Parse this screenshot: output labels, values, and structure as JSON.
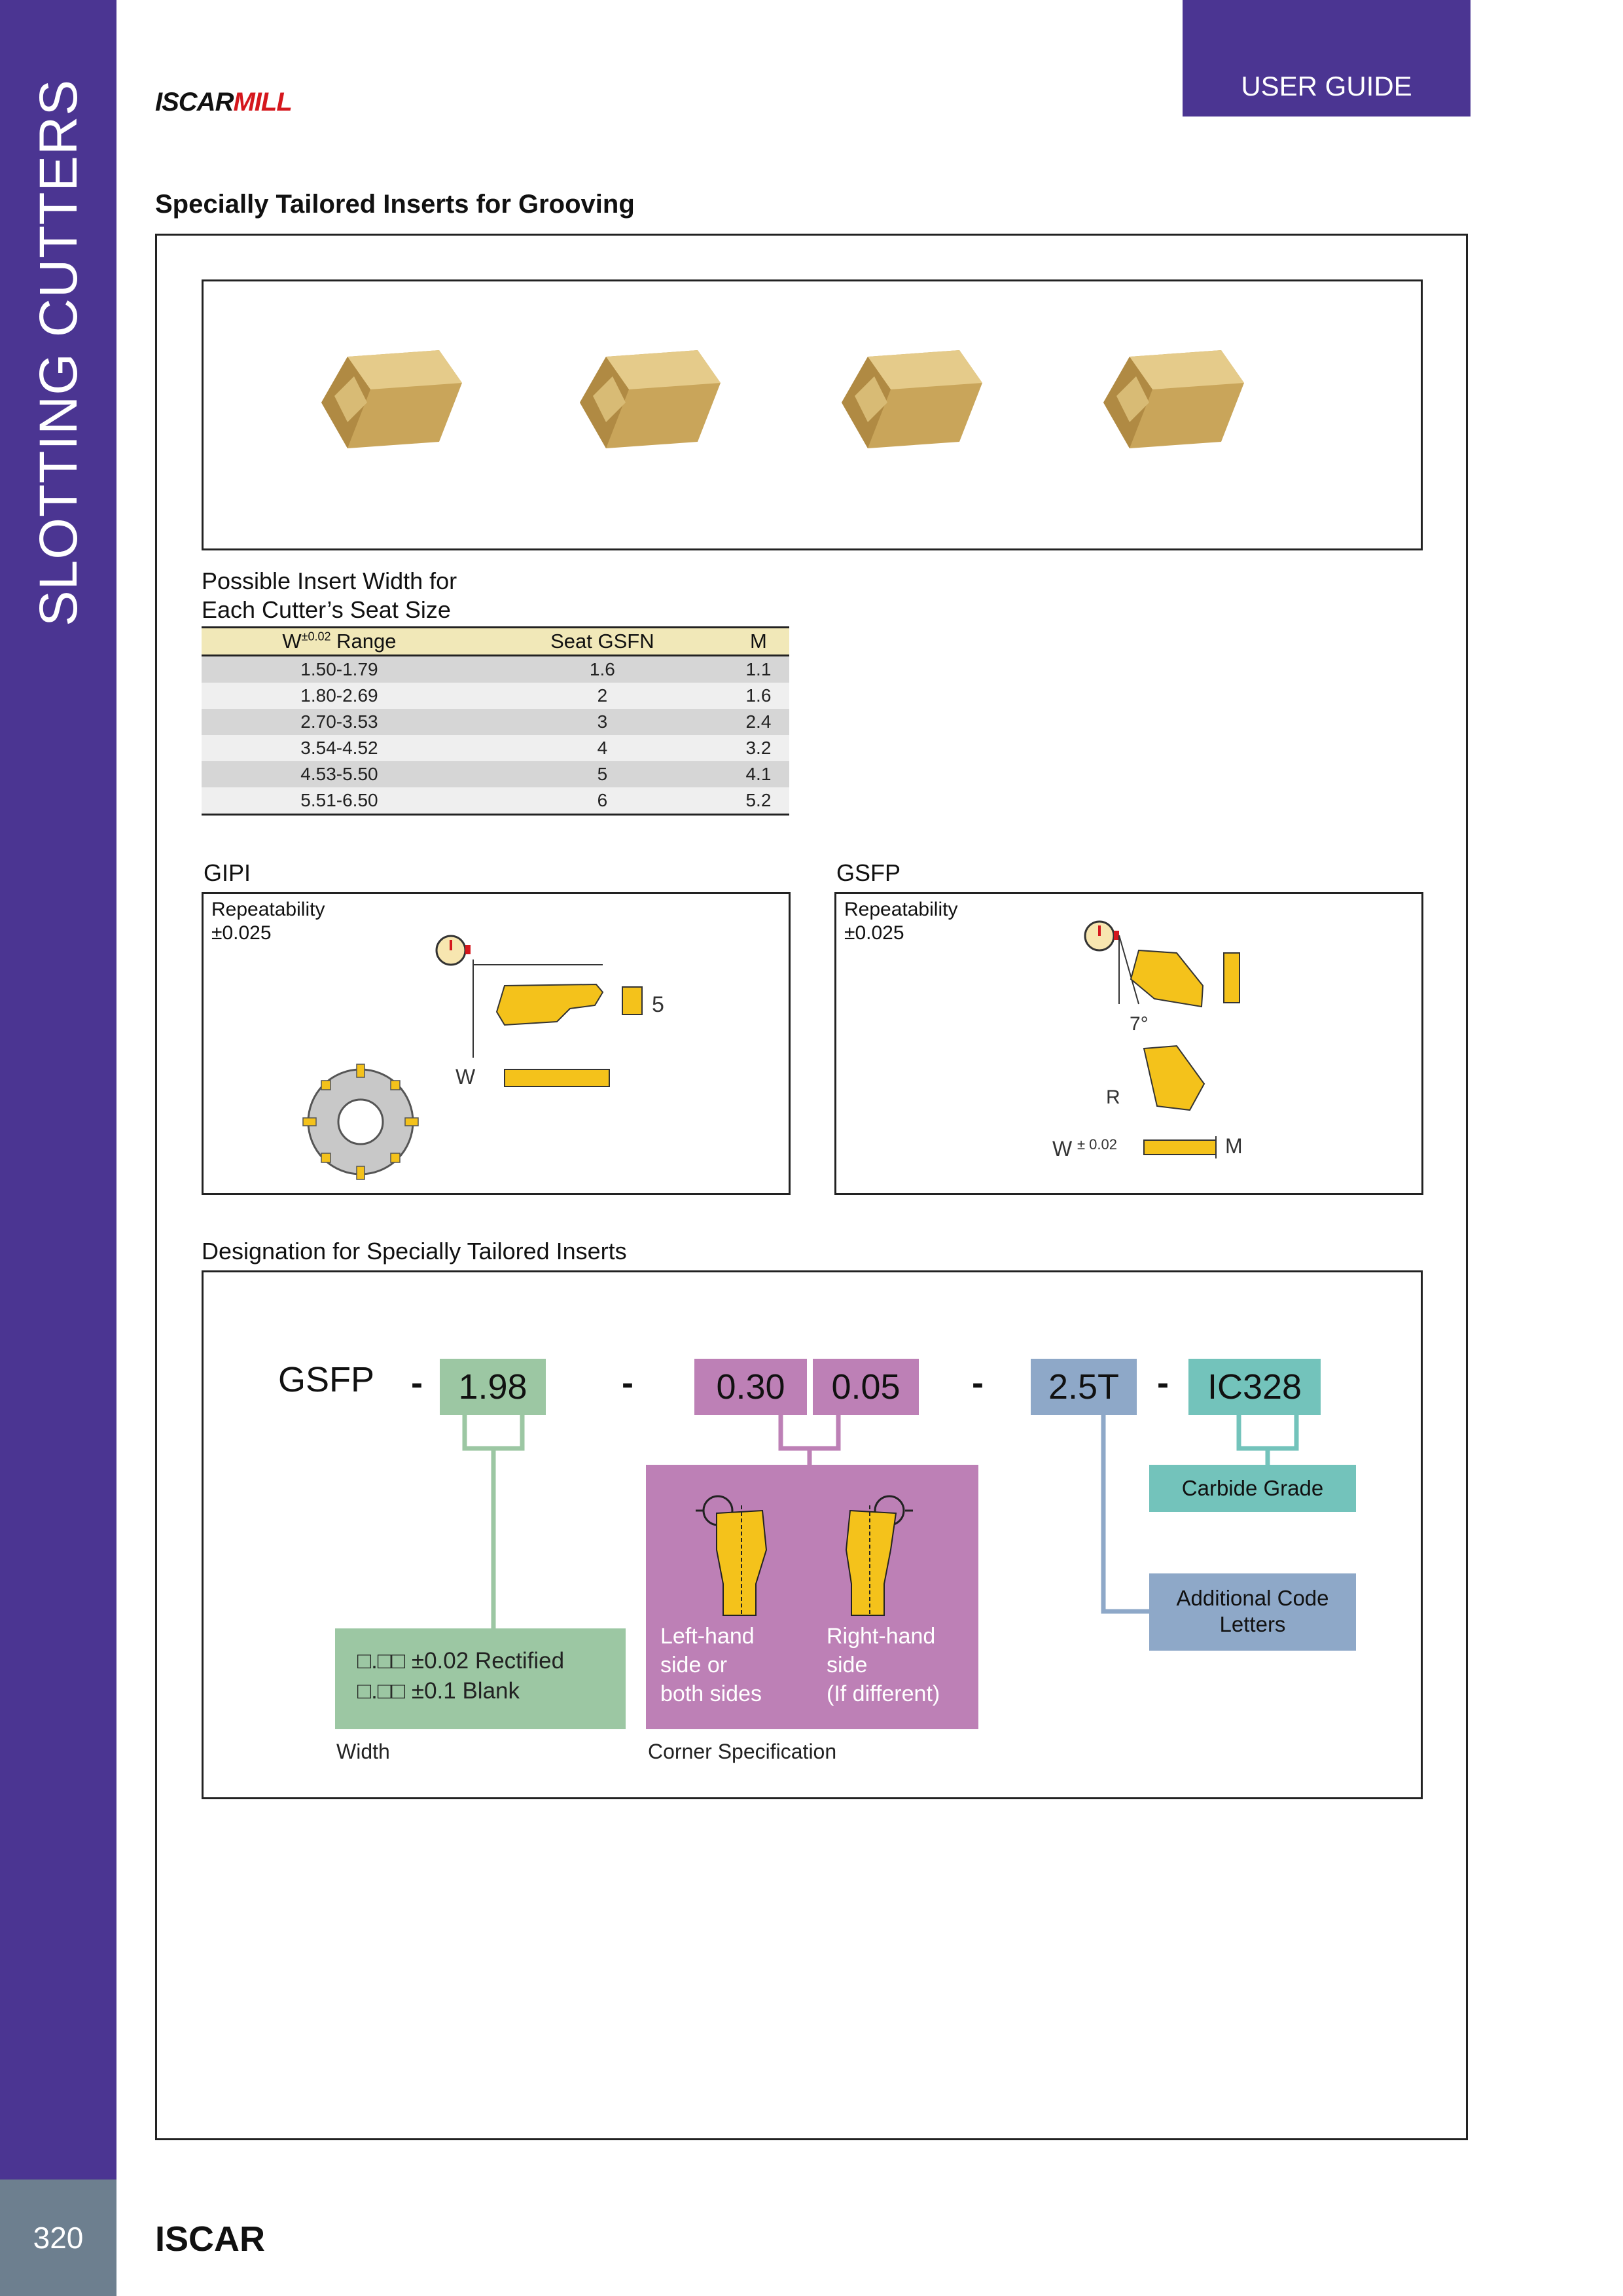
{
  "sidebar": {
    "section": "SLOTTING CUTTERS",
    "page_number": "320"
  },
  "header": {
    "tab": "USER GUIDE",
    "brand_top_a": "ISCAR",
    "brand_top_b": "MILL"
  },
  "footer": {
    "brand": "ISCAR"
  },
  "page_title": "Specially Tailored Inserts for Grooving",
  "width_table": {
    "heading_line1": "Possible Insert Width for",
    "heading_line2": "Each Cutter’s Seat Size",
    "columns": {
      "range_prefix": "W",
      "range_sup": "±0.02",
      "range_suffix": " Range",
      "seat": "Seat GSFN",
      "m": "M"
    },
    "rows": [
      [
        "1.50-1.79",
        "1.6",
        "1.1"
      ],
      [
        "1.80-2.69",
        "2",
        "1.6"
      ],
      [
        "2.70-3.53",
        "3",
        "2.4"
      ],
      [
        "3.54-4.52",
        "4",
        "3.2"
      ],
      [
        "4.53-5.50",
        "5",
        "4.1"
      ],
      [
        "5.51-6.50",
        "6",
        "5.2"
      ]
    ]
  },
  "gipi": {
    "title": "GIPI",
    "rep_line1": "Repeatability",
    "rep_line2": "±0.025",
    "dim_5": "5",
    "dim_w": "W"
  },
  "gsfp": {
    "title": "GSFP",
    "rep_line1": "Repeatability",
    "rep_line2": "±0.025",
    "angle": "7°",
    "dim_r": "R",
    "dim_w": "W",
    "dim_tol": "± 0.02",
    "dim_m": "M"
  },
  "designation": {
    "title": "Designation for Specially Tailored Inserts",
    "prefix": "GSFP",
    "sep": "-",
    "width_code": "1.98",
    "corner_left": "0.30",
    "corner_right": "0.05",
    "additional": "2.5T",
    "grade": "IC328",
    "width_line1": "□.□□ ±0.02 Rectified",
    "width_line2": "□.□□ ±0.1 Blank",
    "width_label": "Width",
    "left_hand_1": "Left-hand",
    "left_hand_2": "side or",
    "left_hand_3": "both sides",
    "right_hand_1": "Right-hand",
    "right_hand_2": "side",
    "right_hand_3": "(If different)",
    "corner_label": "Corner Specification",
    "grade_label": "Carbide Grade",
    "additional_line1": "Additional Code",
    "additional_line2": "Letters"
  },
  "colors": {
    "purple": "#4b3592",
    "slate": "#6d7f8f",
    "green": "#9cc7a3",
    "mauve": "#bd80b6",
    "blue": "#8ea8c8",
    "teal": "#73c3bb",
    "gold": "#f4c21b",
    "red": "#d5171d"
  }
}
